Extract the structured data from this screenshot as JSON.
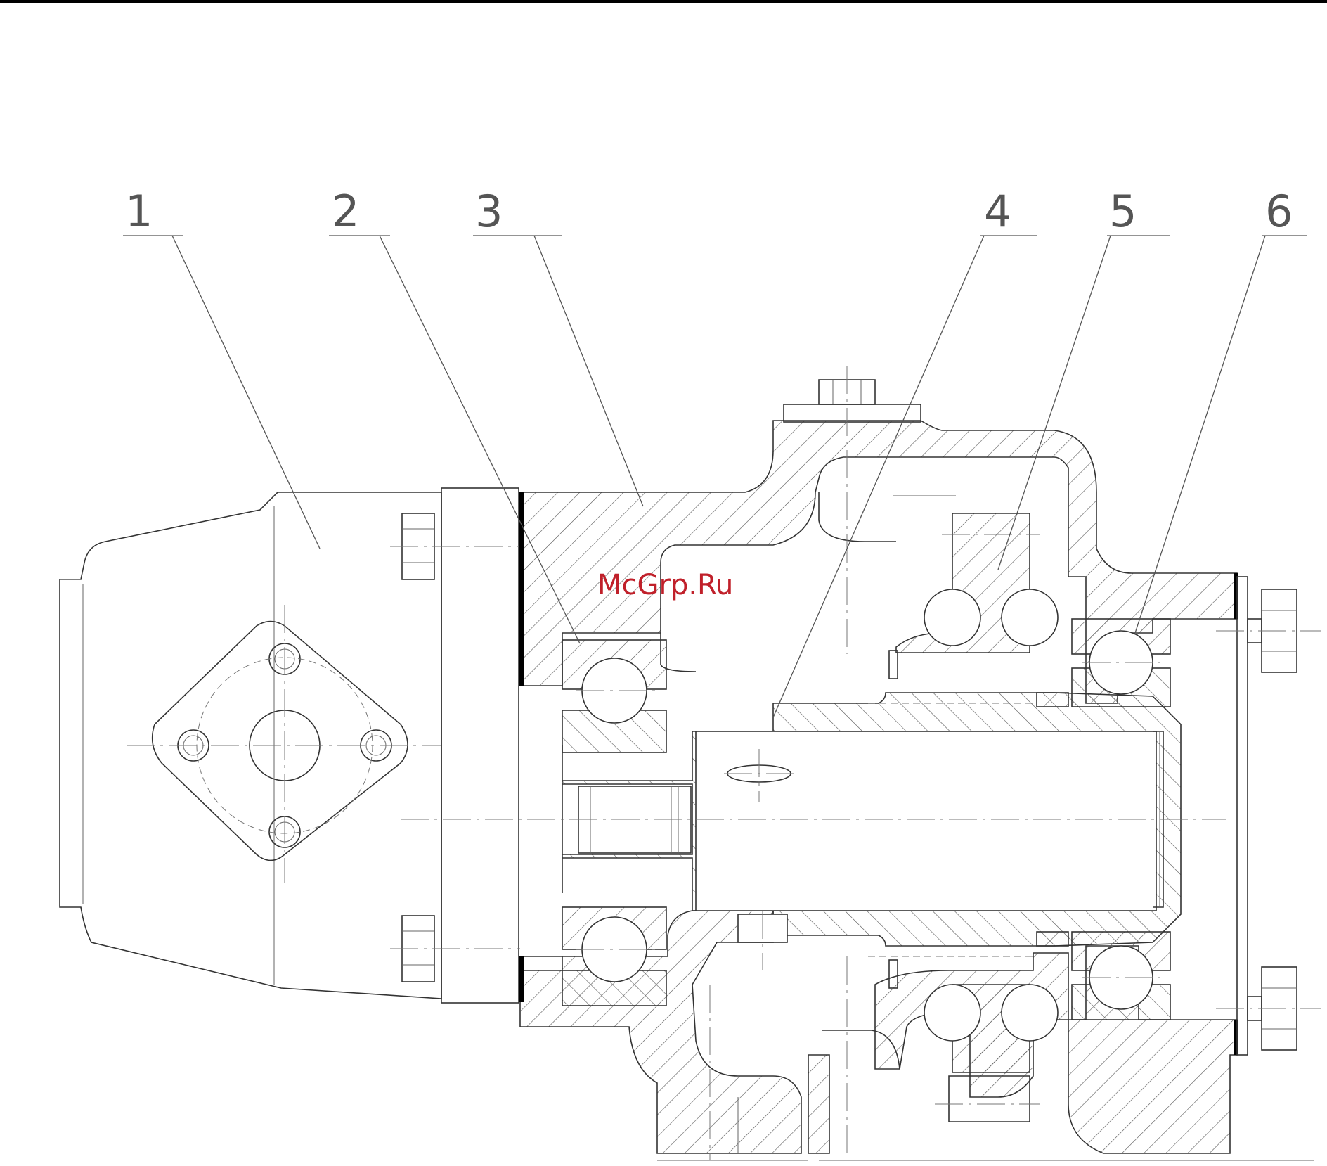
{
  "callouts": [
    {
      "id": "1",
      "label": "1"
    },
    {
      "id": "2",
      "label": "2"
    },
    {
      "id": "3",
      "label": "3"
    },
    {
      "id": "4",
      "label": "4"
    },
    {
      "id": "5",
      "label": "5"
    },
    {
      "id": "6",
      "label": "6"
    }
  ],
  "watermark": "McGrp.Ru"
}
